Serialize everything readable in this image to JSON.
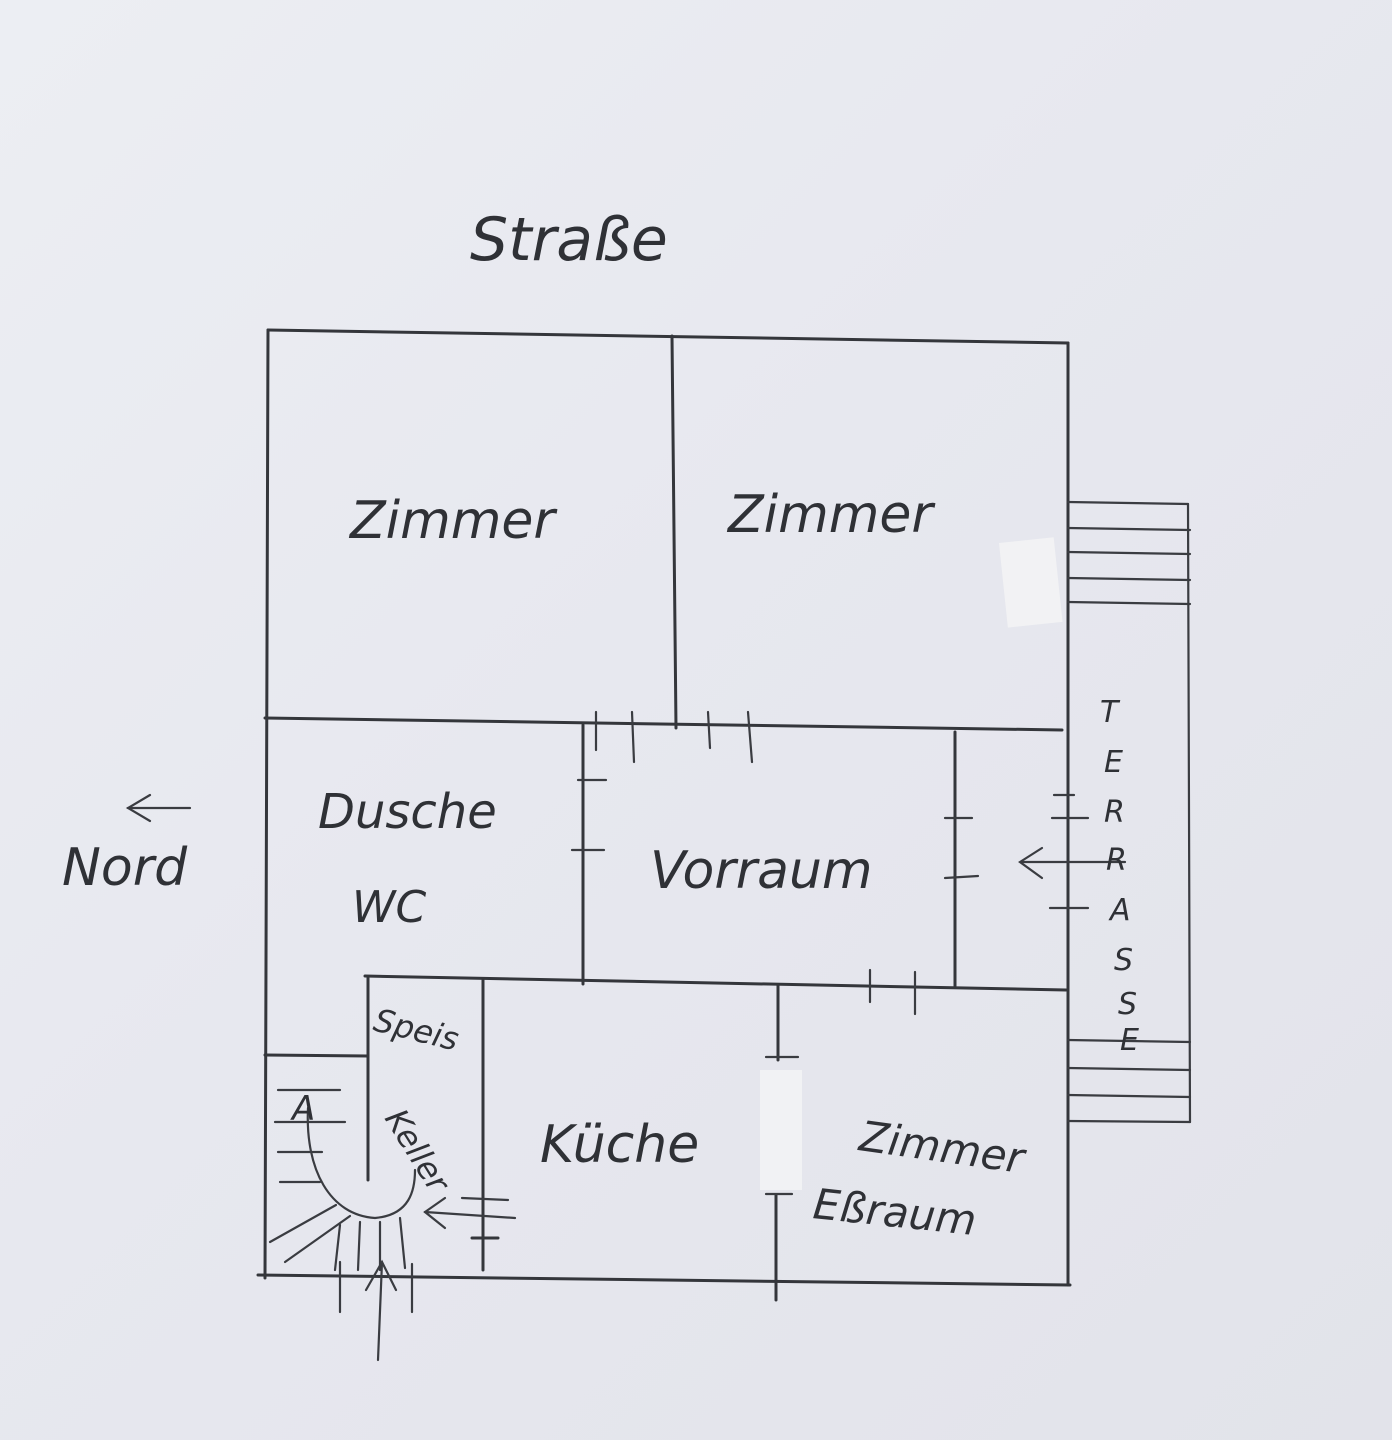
{
  "title": "Straße",
  "north_label": "Nord",
  "rooms": {
    "top_left": "Zimmer",
    "top_right": "Zimmer",
    "dusche": "Dusche",
    "wc": "WC",
    "vorraum": "Vorraum",
    "speis": "Speis",
    "keller": "Keller",
    "kueche": "Küche",
    "zimmer_bottom": "Zimmer",
    "essraum": "Eßraum"
  },
  "terrasse_letters": [
    "T",
    "E",
    "R",
    "R",
    "A",
    "S",
    "S",
    "E"
  ],
  "stair_label": "A"
}
